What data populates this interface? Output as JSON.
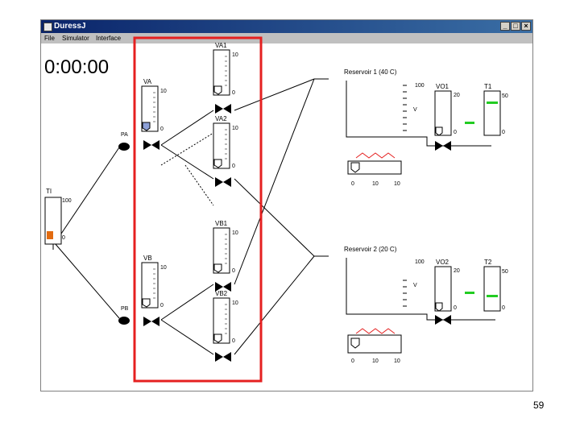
{
  "window": {
    "title": "DuressJ",
    "controls": {
      "minimize": "_",
      "maximize": "□",
      "close": "×"
    }
  },
  "menu": {
    "file": "File",
    "simulator": "Simulator",
    "interface": "Interface"
  },
  "clock": "0:00:00",
  "pumps": {
    "a_label": "PA",
    "b_label": "PB"
  },
  "heater_unit": {
    "label": "TI",
    "top_scale": "100",
    "bottom_scale": "0"
  },
  "valves": {
    "va": {
      "label": "VA",
      "top": "10",
      "bottom": "0"
    },
    "vb": {
      "label": "VB",
      "top": "10",
      "bottom": "0"
    },
    "va1": {
      "label": "VA1",
      "top": "10",
      "bottom": "0"
    },
    "va2": {
      "label": "VA2",
      "top": "10",
      "bottom": "0"
    },
    "vb1": {
      "label": "VB1",
      "top": "10",
      "bottom": "0"
    },
    "vb2": {
      "label": "VB2",
      "top": "10",
      "bottom": "0"
    }
  },
  "reservoir1": {
    "label": "Reservoir 1 (40 C)",
    "scale_top": "100",
    "v_mark": "V",
    "outlet": {
      "label": "VO1",
      "top": "20",
      "bottom": "0"
    },
    "temp": {
      "label": "T1",
      "top": "50",
      "bottom": "0"
    },
    "heater_ticks": [
      "0",
      "10",
      "10"
    ]
  },
  "reservoir2": {
    "label": "Reservoir 2 (20 C)",
    "scale_top": "100",
    "v_mark": "V",
    "outlet": {
      "label": "VO2",
      "top": "20",
      "bottom": "0"
    },
    "temp": {
      "label": "T2",
      "top": "50",
      "bottom": "0"
    },
    "heater_ticks": [
      "0",
      "10",
      "10"
    ]
  },
  "highlight_color": "#e52020",
  "slide_number": "59"
}
